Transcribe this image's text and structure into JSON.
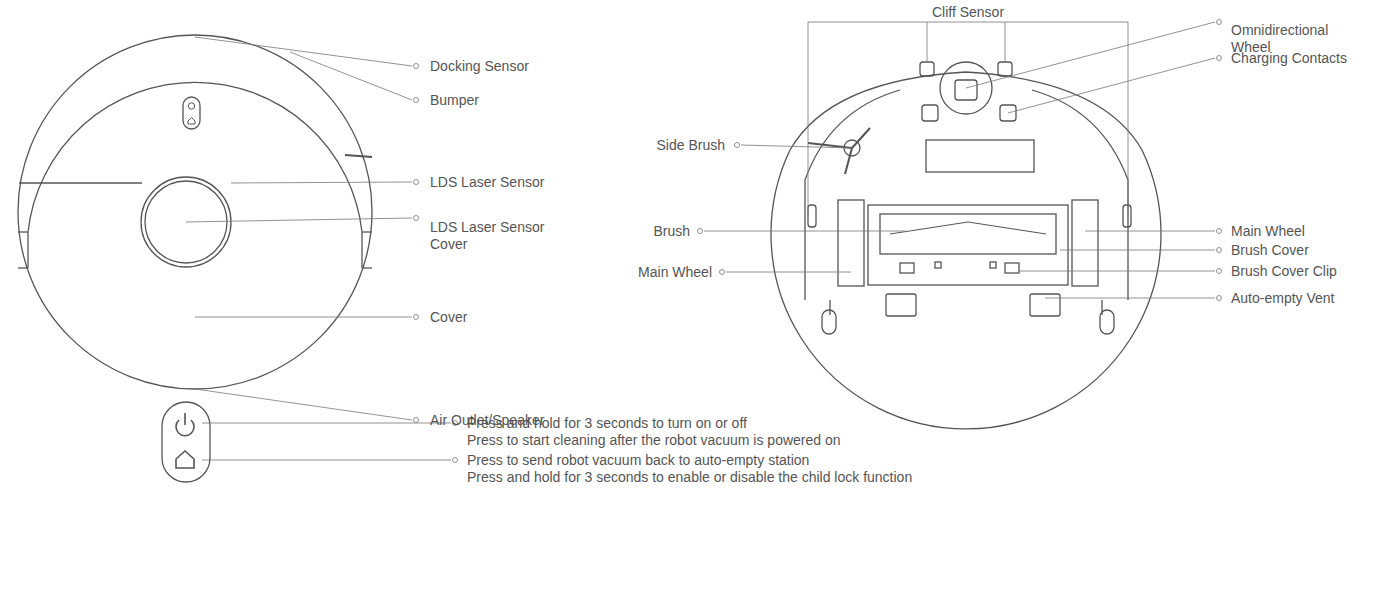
{
  "diagram": {
    "labels": [
      "Docking Sensor",
      "Bumper",
      "LDS Laser Sensor",
      "LDS Laser Sensor Cover",
      "Cover",
      "Air Outlet/Speaker",
      "Cliff Sensor",
      "Omnidirectional Wheel",
      "Charging Contacts",
      "Side Brush",
      "Brush",
      "Main Wheel",
      "Main Wheel",
      "Brush Cover",
      "Brush Cover Clip",
      "Auto-empty Vent",
      "Press and hold for 3 seconds to turn on or off",
      "Press to start cleaning after the robot vacuum is powered on",
      "Press to send robot vacuum back to auto-empty station",
      "Press and hold for 3 seconds to enable or disable the child lock function"
    ]
  }
}
